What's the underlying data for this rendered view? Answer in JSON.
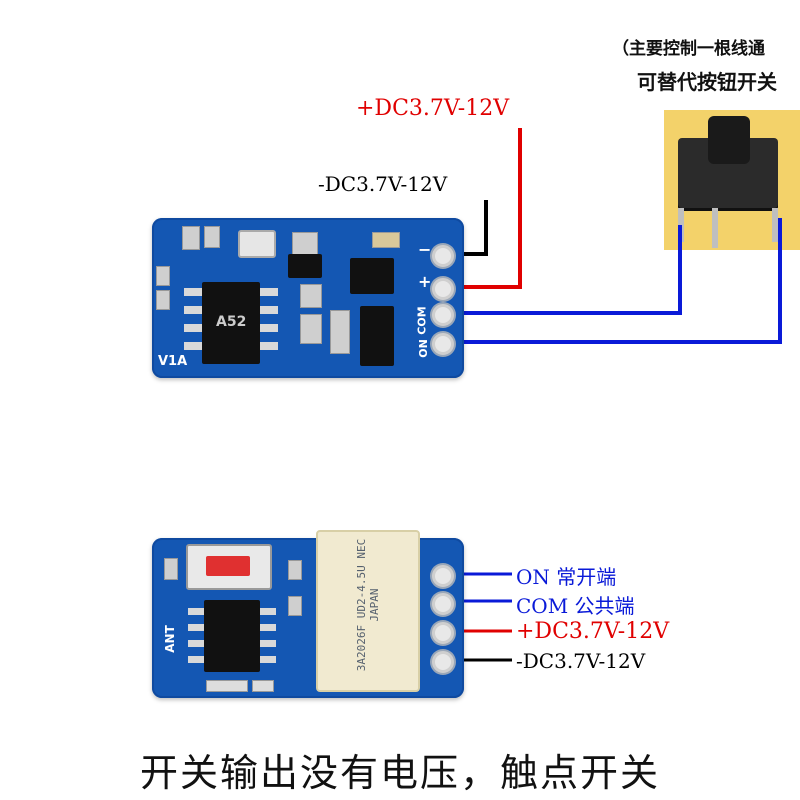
{
  "top_note": {
    "line1": "（主要控制一根线通",
    "line2": "可替代按钮开关"
  },
  "top_board": {
    "silk_minus": "−",
    "silk_plus": "+",
    "silk_com": "COM",
    "silk_on": "ON",
    "silk_version": "V1A",
    "chip_mark": "A52"
  },
  "top_labels": {
    "pos_supply": "+DC3.7V-12V",
    "neg_supply": "-DC3.7V-12V"
  },
  "bottom_board": {
    "silk_ant": "ANT",
    "relay_text": "3A2026F UD2-4.5U NEC JAPAN"
  },
  "bottom_labels": {
    "on": "ON 常开端",
    "com": "COM 公共端",
    "pos_supply": "+DC3.7V-12V",
    "neg_supply": "-DC3.7V-12V"
  },
  "caption": "开关输出没有电压，触点开关",
  "colors": {
    "red_wire": "#e00000",
    "blue_wire": "#0a1ad8",
    "black_wire": "#000000",
    "pcb": "#1457b3"
  }
}
